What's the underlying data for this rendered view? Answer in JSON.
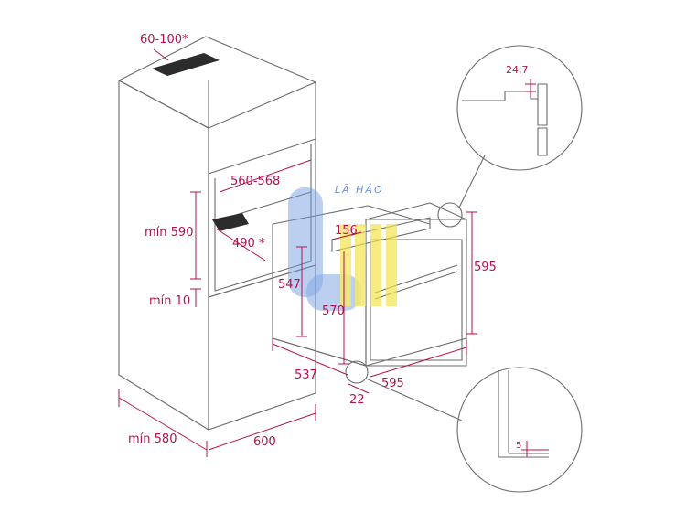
{
  "watermark": {
    "text": "LÃ HẢO"
  },
  "dimensions": {
    "top_gap": "60-100*",
    "niche_width": "560-568",
    "niche_height_min": "mín 590",
    "vent_depth": "490 *",
    "gap_below_min": "mín 10",
    "cabinet_depth_min": "mín 580",
    "cabinet_width": "600",
    "oven_panel_depth": "156",
    "oven_body_height": "547",
    "oven_front_height": "570",
    "oven_depth": "537",
    "oven_front_gap": "22",
    "oven_width": "595",
    "oven_height": "595",
    "detail_top": "24,7",
    "detail_bottom": "5"
  },
  "colors": {
    "line": "#6b6b6b",
    "dimension": "#b3124f",
    "watermark_blue": "#5b8ddb",
    "watermark_yellow": "#f3e34a"
  }
}
